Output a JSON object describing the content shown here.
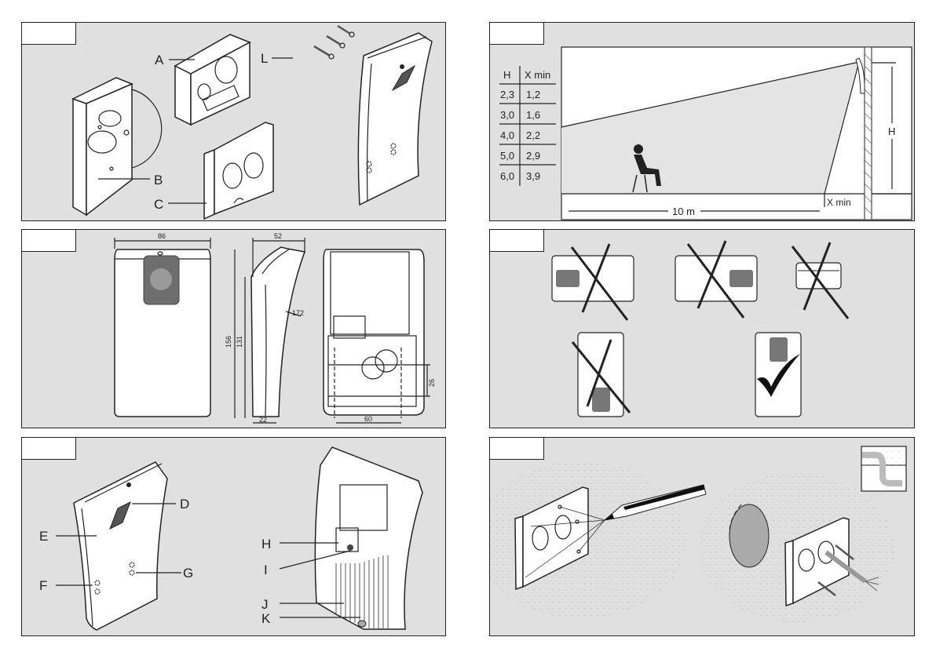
{
  "figures": [
    {
      "id": "parts-overview",
      "labels": [
        "A",
        "B",
        "C",
        "L"
      ]
    },
    {
      "id": "detection-range",
      "table": {
        "headers": [
          "H",
          "X min"
        ],
        "rows": [
          [
            "2,3",
            "1,2"
          ],
          [
            "3,0",
            "1,6"
          ],
          [
            "4,0",
            "2,2"
          ],
          [
            "5,0",
            "2,9"
          ],
          [
            "6,0",
            "3,9"
          ]
        ]
      },
      "range_label": "10 m",
      "height_label": "H",
      "xmin_label": "X min"
    },
    {
      "id": "dimensions",
      "dimensions": {
        "width_front": "86",
        "depth_top": "52",
        "radius": "172",
        "height_total": "156",
        "height_inner": "131",
        "depth_bottom": "22",
        "hole_vertical": "26",
        "hole_horizontal": "60"
      }
    },
    {
      "id": "mounting-orientation",
      "options": [
        {
          "orientation": "horizontal-lens-left",
          "allowed": false
        },
        {
          "orientation": "horizontal-lens-right",
          "allowed": false
        },
        {
          "orientation": "ceiling-flat",
          "allowed": false
        },
        {
          "orientation": "upside-down",
          "allowed": false
        },
        {
          "orientation": "upright-lens-top",
          "allowed": true
        }
      ]
    },
    {
      "id": "front-and-back",
      "front_labels": [
        "D",
        "E",
        "F",
        "G"
      ],
      "back_labels": [
        "H",
        "I",
        "J",
        "K"
      ]
    },
    {
      "id": "wall-mounting",
      "steps": [
        "mark-holes",
        "fit-to-flush-box"
      ]
    }
  ]
}
